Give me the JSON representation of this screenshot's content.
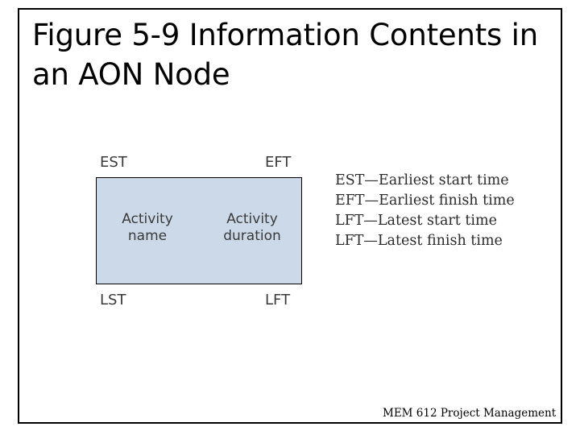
{
  "slide": {
    "title": "Figure 5-9 Information Contents in an AON Node",
    "footer": "MEM 612 Project Management"
  },
  "diagram": {
    "corner_labels": {
      "top_left": "EST",
      "top_right": "EFT",
      "bottom_left": "LST",
      "bottom_right": "LFT"
    },
    "cells": [
      {
        "label": "Activity\nname"
      },
      {
        "label": "Activity\nduration"
      }
    ],
    "box_fill_color": "#ccd9e8",
    "box_border_color": "#000000"
  },
  "legend": {
    "items": [
      "EST—Earliest start time",
      "EFT—Earliest finish time",
      "LFT—Latest start time",
      "LFT—Latest finish time"
    ]
  }
}
